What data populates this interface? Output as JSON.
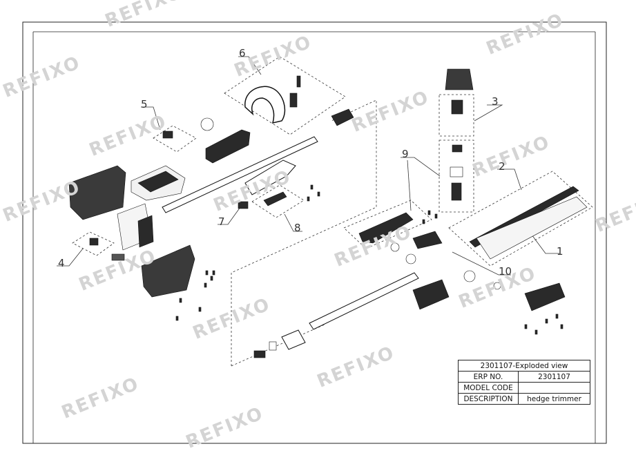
{
  "watermark": "REFIXO",
  "callouts": [
    "1",
    "2",
    "3",
    "4",
    "5",
    "6",
    "7",
    "8",
    "9",
    "10"
  ],
  "title_block": {
    "heading": "2301107-Exploded view",
    "rows": [
      {
        "label": "ERP NO.",
        "value": "2301107"
      },
      {
        "label": "MODEL CODE",
        "value": ""
      },
      {
        "label": "DESCRIPTION",
        "value": "hedge trimmer"
      }
    ]
  },
  "colors": {
    "line": "#222222",
    "part_fill": "#2a2a2a",
    "watermark": "#d4d4d4"
  }
}
